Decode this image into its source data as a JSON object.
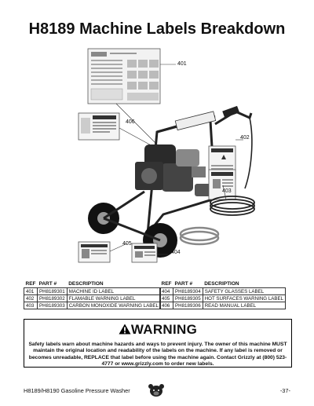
{
  "page": {
    "title": "H8189 Machine Labels Breakdown",
    "footer_left": "H8189/H8190 Gasoline Pressure Washer",
    "footer_right": "-37-"
  },
  "callouts": [
    "401",
    "406",
    "402",
    "403",
    "405",
    "404"
  ],
  "parts_left": {
    "headers": [
      "REF",
      "PART #",
      "DESCRIPTION"
    ],
    "rows": [
      [
        "401",
        "PH8189301",
        "MACHINE ID LABEL"
      ],
      [
        "402",
        "PH8189302",
        "FLAMABLE WARNING LABEL"
      ],
      [
        "403",
        "PH8189303",
        "CARBON MONOXIDE WARNING LABEL"
      ]
    ]
  },
  "parts_right": {
    "headers": [
      "REF",
      "PART #",
      "DESCRIPTION"
    ],
    "rows": [
      [
        "404",
        "PH8189304",
        "SAFETY GLASSES LABEL"
      ],
      [
        "405",
        "PH8189305",
        "HOT SURFACES WARNING LABEL"
      ],
      [
        "406",
        "PH8189306",
        "READ MANUAL LABEL"
      ]
    ]
  },
  "warning": {
    "heading": "WARNING",
    "body": "Safety labels warn about machine hazards and ways to prevent injury. The owner of this machine MUST maintain the original location and readability of the labels on the machine. If any label is removed or becomes unreadable, REPLACE that label before using the machine again. Contact Grizzly at (800) 523-4777 or www.grizzly.com to order new labels."
  }
}
